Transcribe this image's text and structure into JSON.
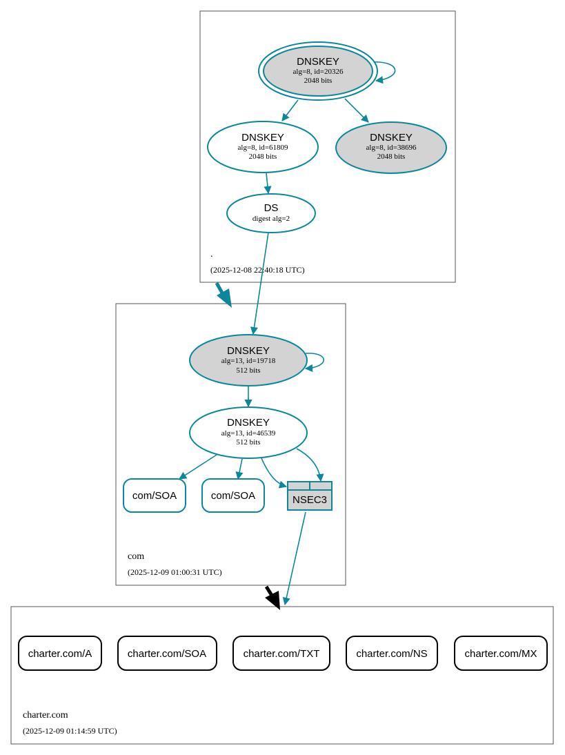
{
  "colors": {
    "edge": "#0a879a",
    "ksk_fill": "#d3d3d3",
    "delegation_arrow_secure": "#0a879a",
    "delegation_arrow_insecure": "#000000"
  },
  "root": {
    "name": ".",
    "timestamp": "(2025-12-08 22:40:18 UTC)",
    "ksk": {
      "title": "DNSKEY",
      "line1": "alg=8, id=20326",
      "line2": "2048 bits"
    },
    "zsk": {
      "title": "DNSKEY",
      "line1": "alg=8, id=61809",
      "line2": "2048 bits"
    },
    "standby": {
      "title": "DNSKEY",
      "line1": "alg=8, id=38696",
      "line2": "2048 bits"
    },
    "ds": {
      "title": "DS",
      "line1": "digest alg=2"
    }
  },
  "com": {
    "name": "com",
    "timestamp": "(2025-12-09 01:00:31 UTC)",
    "ksk": {
      "title": "DNSKEY",
      "line1": "alg=13, id=19718",
      "line2": "512 bits"
    },
    "zsk": {
      "title": "DNSKEY",
      "line1": "alg=13, id=46539",
      "line2": "512 bits"
    },
    "soa1": "com/SOA",
    "soa2": "com/SOA",
    "nsec3": "NSEC3"
  },
  "charter": {
    "name": "charter.com",
    "timestamp": "(2025-12-09 01:14:59 UTC)",
    "rrsets": [
      "charter.com/A",
      "charter.com/SOA",
      "charter.com/TXT",
      "charter.com/NS",
      "charter.com/MX"
    ]
  }
}
